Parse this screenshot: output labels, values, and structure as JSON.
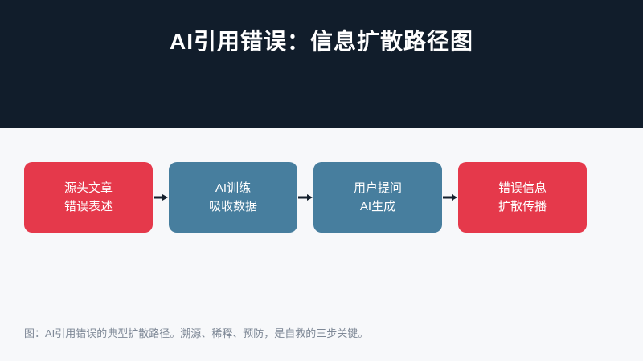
{
  "page": {
    "background": "#f7f8fa"
  },
  "header": {
    "title": "AI引用错误：信息扩散路径图",
    "background": "#111d2b",
    "text_color": "#ffffff"
  },
  "flow": {
    "arrow_color": "#15202d",
    "nodes": [
      {
        "line1": "源头文章",
        "line2": "错误表述",
        "color": "#e5394b",
        "role": "error-source"
      },
      {
        "line1": "AI训练",
        "line2": "吸收数据",
        "color": "#477e9e",
        "role": "ai-training"
      },
      {
        "line1": "用户提问",
        "line2": "AI生成",
        "color": "#477e9e",
        "role": "user-query"
      },
      {
        "line1": "错误信息",
        "line2": "扩散传播",
        "color": "#e5394b",
        "role": "error-spread"
      }
    ]
  },
  "caption": {
    "text": "图：AI引用错误的典型扩散路径。溯源、稀释、预防，是自救的三步关键。",
    "color": "#7e8896"
  }
}
